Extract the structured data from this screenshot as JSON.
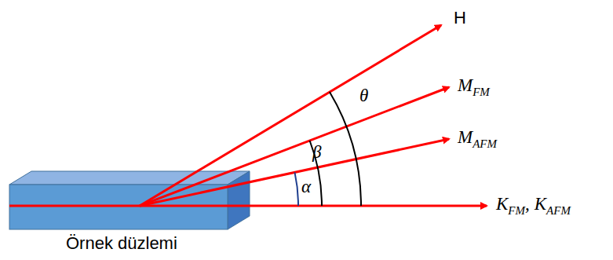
{
  "diagram": {
    "labels": [
      "H",
      "M",
      "FM",
      "M",
      "AFM",
      "θ",
      "β",
      "α",
      "K",
      "FM",
      ",",
      "K",
      "AFM",
      "Örnek düzlemi"
    ]
  }
}
